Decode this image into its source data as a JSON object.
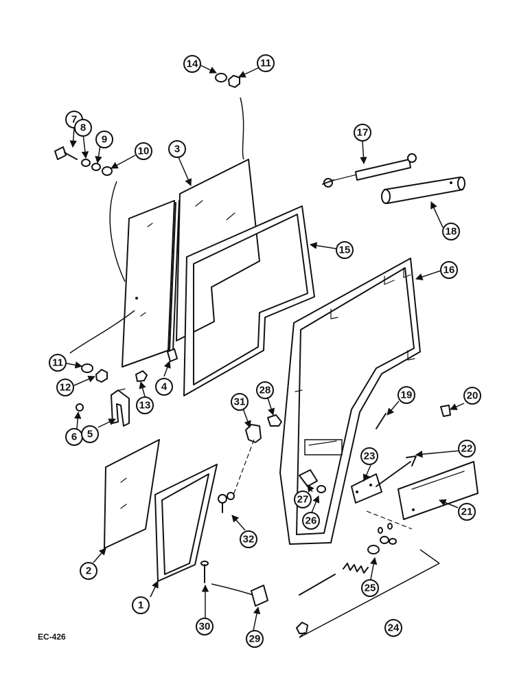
{
  "document": {
    "code": "EC-426"
  },
  "callouts": [
    "1",
    "2",
    "3",
    "4",
    "5",
    "6",
    "7",
    "8",
    "9",
    "10",
    "11",
    "12",
    "13",
    "14",
    "15",
    "16",
    "17",
    "18",
    "19",
    "20",
    "21",
    "22",
    "23",
    "24",
    "25",
    "26",
    "27",
    "28",
    "29",
    "30",
    "31",
    "32"
  ]
}
